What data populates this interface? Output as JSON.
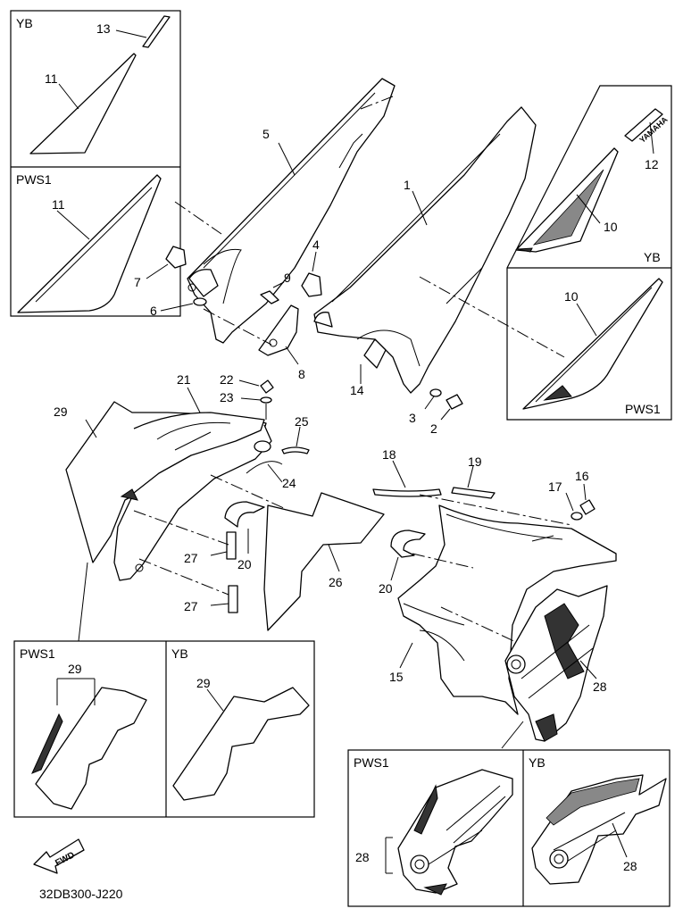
{
  "diagram_code": "32DB300-J220",
  "fwd_label": "FWD",
  "variant_labels": {
    "yb_top_left": "YB",
    "pws1_top_left": "PWS1",
    "yb_top_right": "YB",
    "pws1_top_right": "PWS1",
    "pws1_bottom_left": "PWS1",
    "yb_bottom_left": "YB",
    "pws1_bottom_right": "PWS1",
    "yb_bottom_right": "YB"
  },
  "callouts": {
    "c1": "1",
    "c2": "2",
    "c3": "3",
    "c4": "4",
    "c5": "5",
    "c6": "6",
    "c7": "7",
    "c8": "8",
    "c9": "9",
    "c10a": "10",
    "c10b": "10",
    "c11a": "11",
    "c11b": "11",
    "c12": "12",
    "c13": "13",
    "c14": "14",
    "c15": "15",
    "c16": "16",
    "c17": "17",
    "c18": "18",
    "c19": "19",
    "c20a": "20",
    "c20b": "20",
    "c21": "21",
    "c22": "22",
    "c23": "23",
    "c24": "24",
    "c25": "25",
    "c26": "26",
    "c27a": "27",
    "c27b": "27",
    "c28a": "28",
    "c28b": "28",
    "c28c": "28",
    "c29a": "29",
    "c29b": "29",
    "c29c": "29"
  },
  "emblem_text": "YAMAHA"
}
